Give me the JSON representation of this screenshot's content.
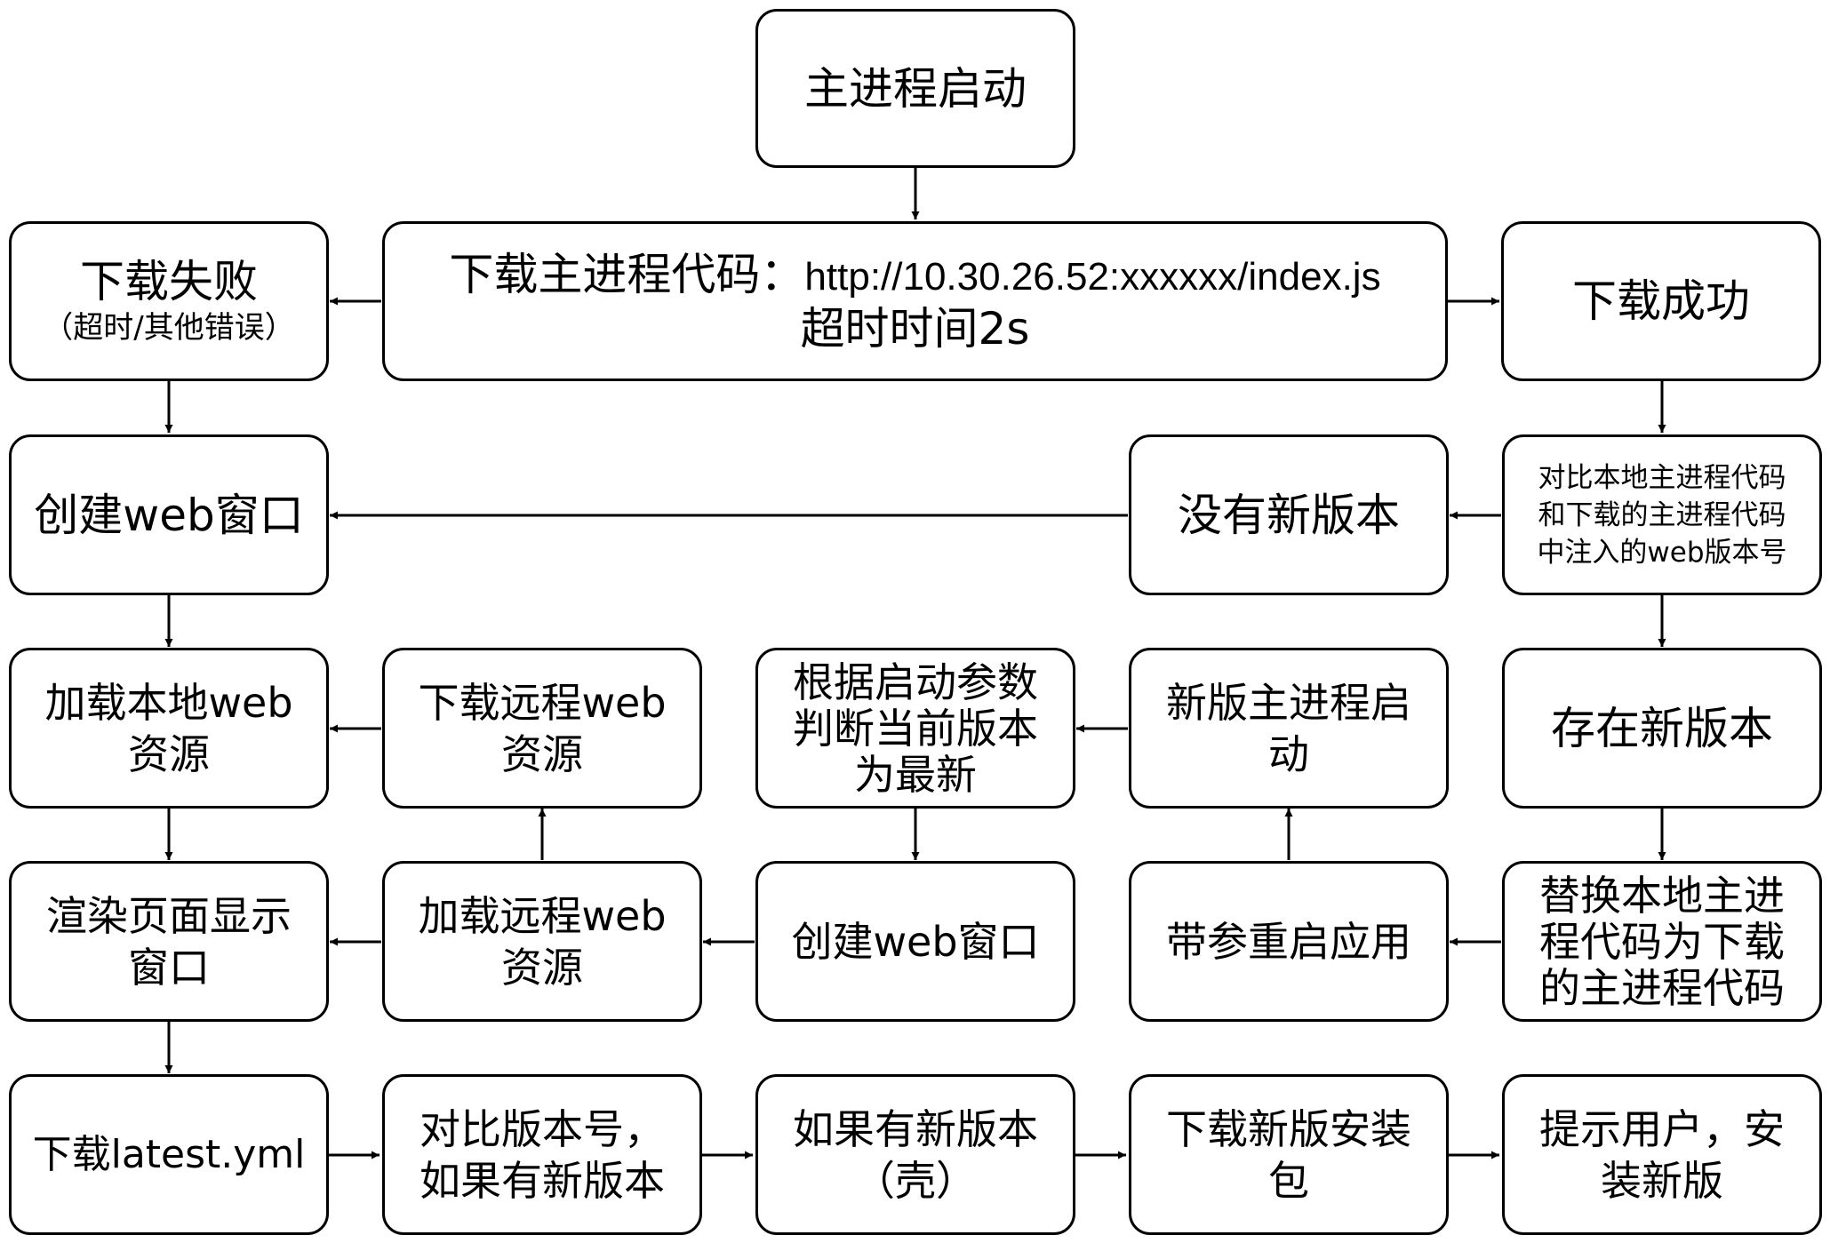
{
  "colors": {
    "border": "#000000",
    "background": "#ffffff",
    "arrow": "#000000"
  },
  "nodes": {
    "main_start": "主进程启动",
    "download_main": {
      "prefix": "下载主进程代码：",
      "url": "http://10.30.26.52:xxxxxx/index.js",
      "timeout": "超时时间2s"
    },
    "download_fail": {
      "title": "下载失败",
      "detail": "（超时/其他错误）"
    },
    "download_success": "下载成功",
    "compare_version": {
      "line1": "对比本地主进程代码",
      "line2": "和下载的主进程代码",
      "line3": "中注入的web版本号"
    },
    "no_new_version": "没有新版本",
    "create_window_left": "创建web窗口",
    "load_local_web": {
      "line1": "加载本地web",
      "line2": "资源"
    },
    "download_remote_web": {
      "line1": "下载远程web",
      "line2": "资源"
    },
    "judge_latest": {
      "line1": "根据启动参数",
      "line2": "判断当前版本",
      "line3": "为最新"
    },
    "new_main_start": {
      "line1": "新版主进程启",
      "line2": "动"
    },
    "has_new_version": "存在新版本",
    "render_page": {
      "line1": "渲染页面显示",
      "line2": "窗口"
    },
    "load_remote_web": {
      "line1": "加载远程web",
      "line2": "资源"
    },
    "create_window_mid": "创建web窗口",
    "restart_with_params": "带参重启应用",
    "replace_main": {
      "line1": "替换本地主进",
      "line2": "程代码为下载",
      "line3": "的主进程代码"
    },
    "download_latest_yml": "下载latest.yml",
    "compare_version_no": {
      "line1": "对比版本号，",
      "line2": "如果有新版本"
    },
    "if_new_shell": {
      "line1": "如果有新版本",
      "line2": "（壳）"
    },
    "download_installer": {
      "line1": "下载新版安装",
      "line2": "包"
    },
    "prompt_user": {
      "line1": "提示用户，安",
      "line2": "装新版"
    }
  }
}
